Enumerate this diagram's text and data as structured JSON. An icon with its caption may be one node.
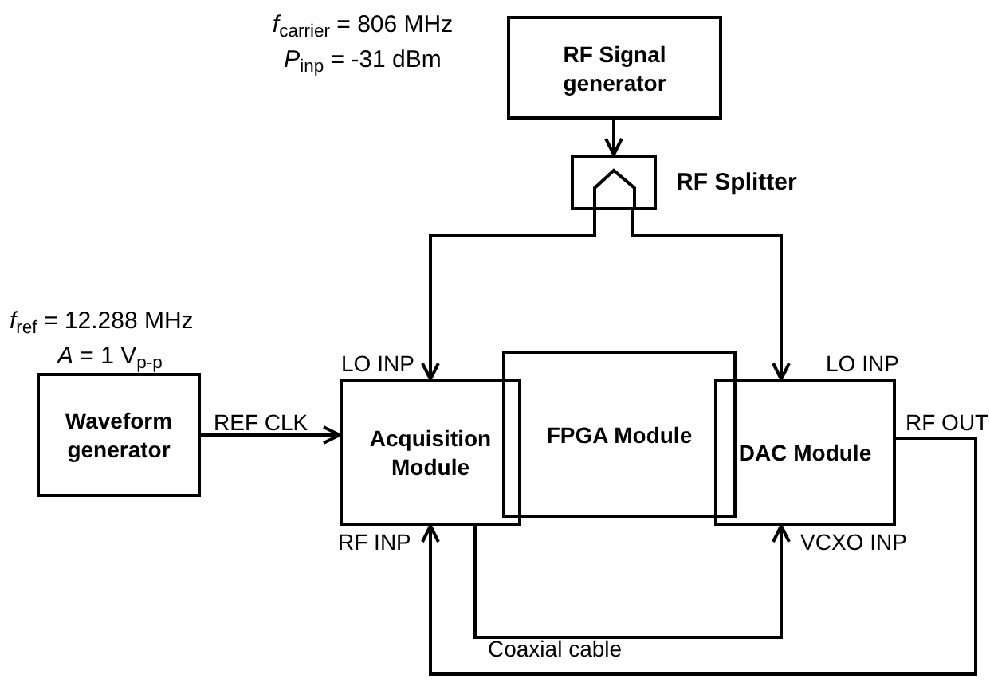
{
  "diagram": {
    "nodes": [
      {
        "text": [
          "RF Signal generator"
        ],
        "beside": [
          "*f*$_{carrier}$ = 806 MHz",
          "*P*$_{inp}$ = -31 dBm"
        ]
      },
      {
        "text": [],
        "shape": "box",
        "beside": [
          "RF Splitter"
        ]
      },
      {
        "text": [
          "Waveform generator"
        ],
        "beside": [
          "*f*$_{ref}$ = 12.288 MHz",
          "*A* = 1 V$_{p-p}$"
        ]
      },
      {
        "text": [
          "Acquisition Module"
        ]
      },
      {
        "text": [
          "FPGA Module"
        ]
      },
      {
        "text": [
          "DAC Module"
        ]
      }
    ],
    "edges": [
      {
        "from": 0,
        "to": 1,
        "arrow": "to"
      },
      {
        "from": 1,
        "to": 3,
        "arrow": "to"
      },
      {
        "from": 1,
        "to": 5,
        "arrow": "to"
      },
      {
        "from": 2,
        "to": 3,
        "arrow": "to",
        "label": "REF CLK"
      },
      {
        "from": 3,
        "to": 5,
        "arrow": "to"
      },
      {
        "from": 5,
        "to": 3,
        "arrow": "to",
        "label": "Coaxial cable"
      }
    ],
    "labels": [
      "LO INP",
      "LO INP",
      "RF OUT",
      "RF INP",
      "VCXO INP"
    ]
  }
}
